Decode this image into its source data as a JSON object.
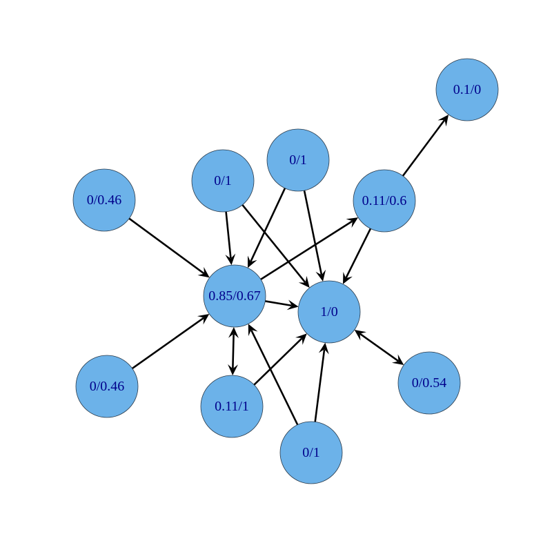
{
  "graph": {
    "nodes": [
      {
        "id": "a",
        "label": "0.1/0"
      },
      {
        "id": "b",
        "label": "0.11/0.6"
      },
      {
        "id": "c",
        "label": "0/1"
      },
      {
        "id": "d",
        "label": "0/1"
      },
      {
        "id": "e",
        "label": "0/0.46"
      },
      {
        "id": "f",
        "label": "0.85/0.67"
      },
      {
        "id": "g",
        "label": "1/0"
      },
      {
        "id": "h",
        "label": "0/0.46"
      },
      {
        "id": "i",
        "label": "0.11/1"
      },
      {
        "id": "j",
        "label": "0/1"
      },
      {
        "id": "k",
        "label": "0/0.54"
      }
    ],
    "edges": [
      {
        "from": "b",
        "to": "a",
        "bidirectional": false
      },
      {
        "from": "b",
        "to": "g",
        "bidirectional": false
      },
      {
        "from": "f",
        "to": "b",
        "bidirectional": false
      },
      {
        "from": "c",
        "to": "f",
        "bidirectional": false
      },
      {
        "from": "c",
        "to": "g",
        "bidirectional": false
      },
      {
        "from": "d",
        "to": "f",
        "bidirectional": false
      },
      {
        "from": "d",
        "to": "g",
        "bidirectional": false
      },
      {
        "from": "e",
        "to": "f",
        "bidirectional": false
      },
      {
        "from": "h",
        "to": "f",
        "bidirectional": false
      },
      {
        "from": "f",
        "to": "g",
        "bidirectional": false
      },
      {
        "from": "i",
        "to": "f",
        "bidirectional": true
      },
      {
        "from": "i",
        "to": "g",
        "bidirectional": false
      },
      {
        "from": "j",
        "to": "f",
        "bidirectional": false
      },
      {
        "from": "j",
        "to": "g",
        "bidirectional": false
      },
      {
        "from": "g",
        "to": "k",
        "bidirectional": true
      }
    ],
    "colors": {
      "node_fill": "#6cb2e9",
      "label": "#00008b",
      "edge": "#000000"
    }
  }
}
